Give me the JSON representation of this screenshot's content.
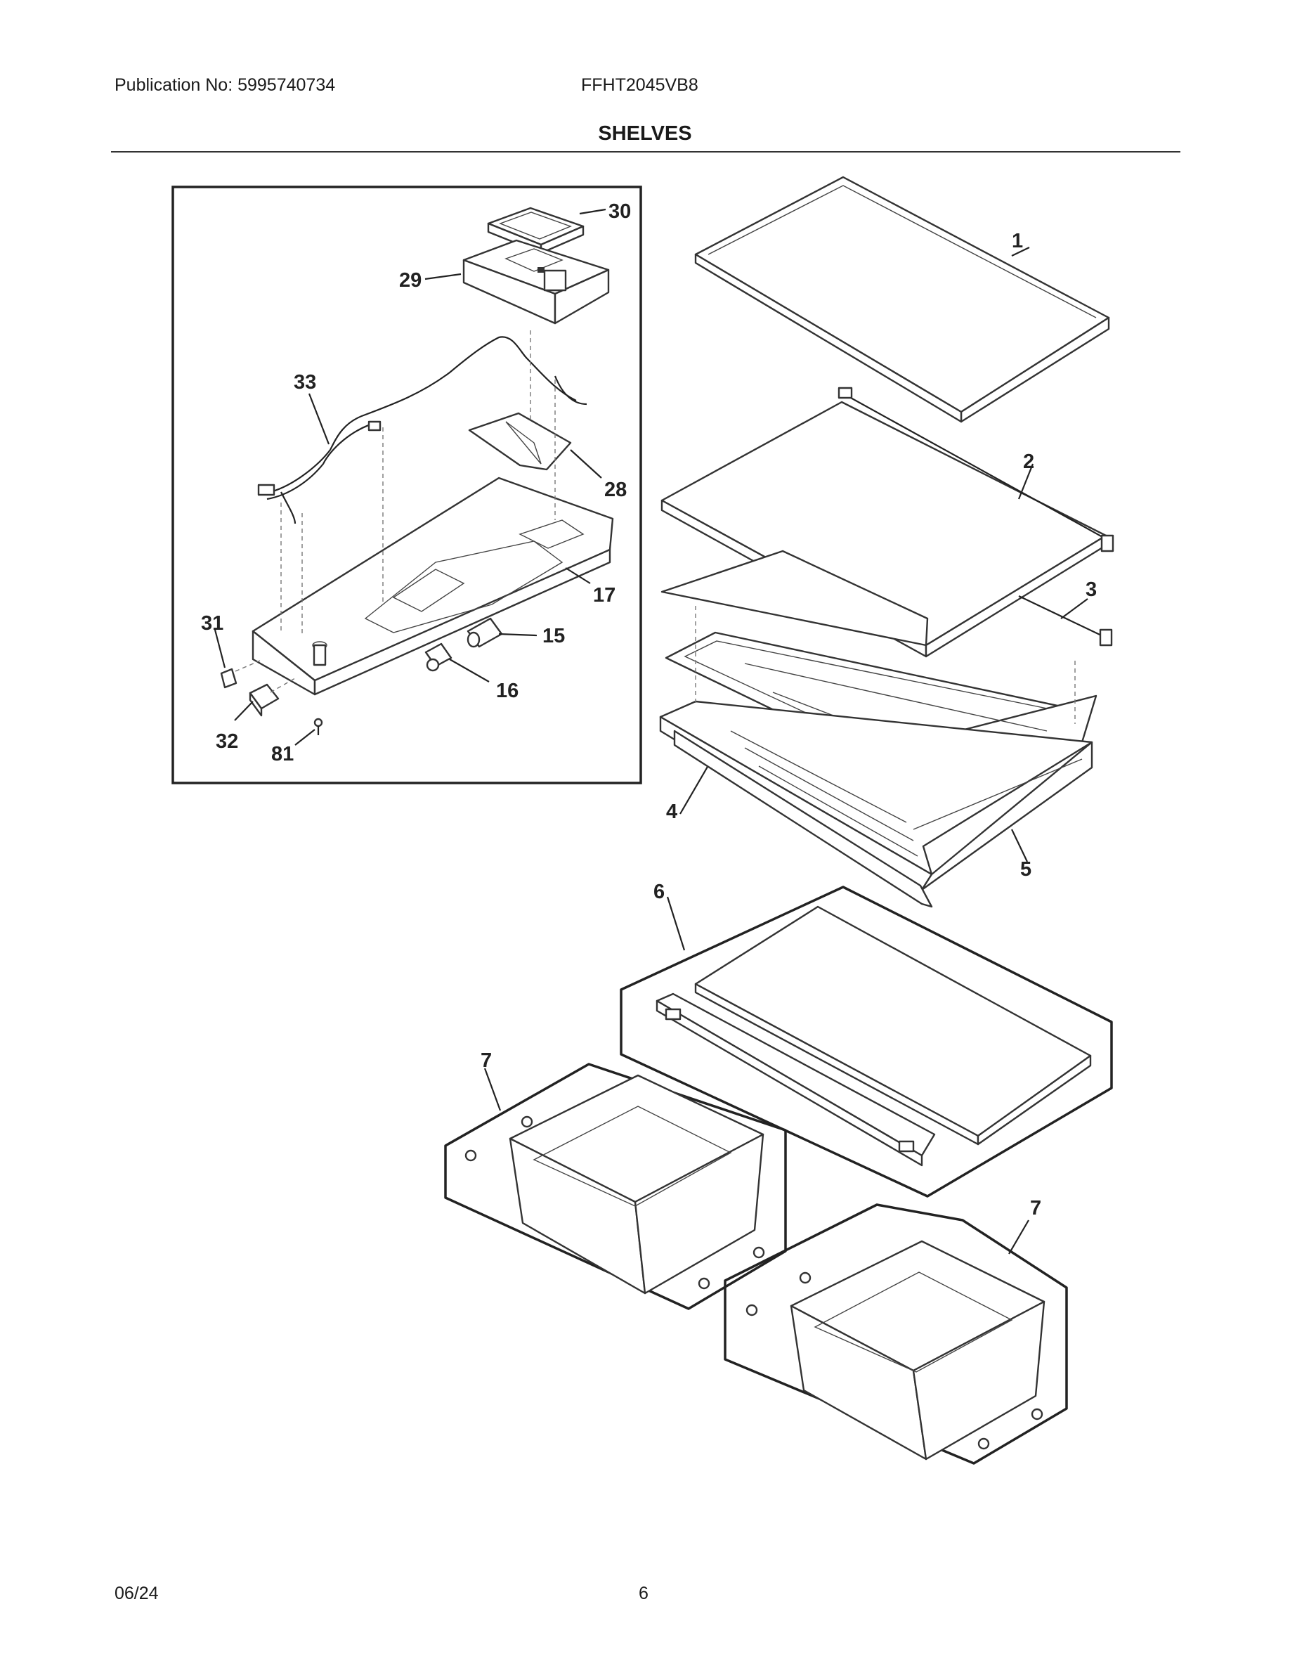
{
  "header": {
    "publication": "Publication No: 5995740734",
    "model": "FFHT2045VB8",
    "title": "SHELVES"
  },
  "footer": {
    "date": "06/24",
    "page": "6"
  },
  "callouts": {
    "c1": "1",
    "c2": "2",
    "c3": "3",
    "c4": "4",
    "c5": "5",
    "c6": "6",
    "c7a": "7",
    "c7b": "7",
    "c15": "15",
    "c16": "16",
    "c17": "17",
    "c28": "28",
    "c29": "29",
    "c30": "30",
    "c31": "31",
    "c32": "32",
    "c33": "33",
    "c81": "81"
  }
}
